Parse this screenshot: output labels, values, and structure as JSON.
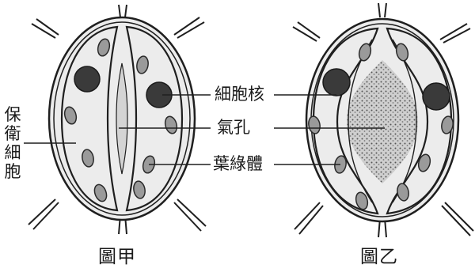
{
  "labels": {
    "nucleus": "細胞核",
    "stoma": "氣孔",
    "chloroplast": "葉綠體",
    "guard_cell": [
      "保",
      "衛",
      "細",
      "胞"
    ]
  },
  "captions": {
    "left": "圖甲",
    "right": "圖乙"
  },
  "colors": {
    "outline": "#1f1f1f",
    "cell_fill": "#ececec",
    "nucleus": "#3a3a3a",
    "chloroplast": "#9a9a9a",
    "pore": "#bdbdbd"
  }
}
